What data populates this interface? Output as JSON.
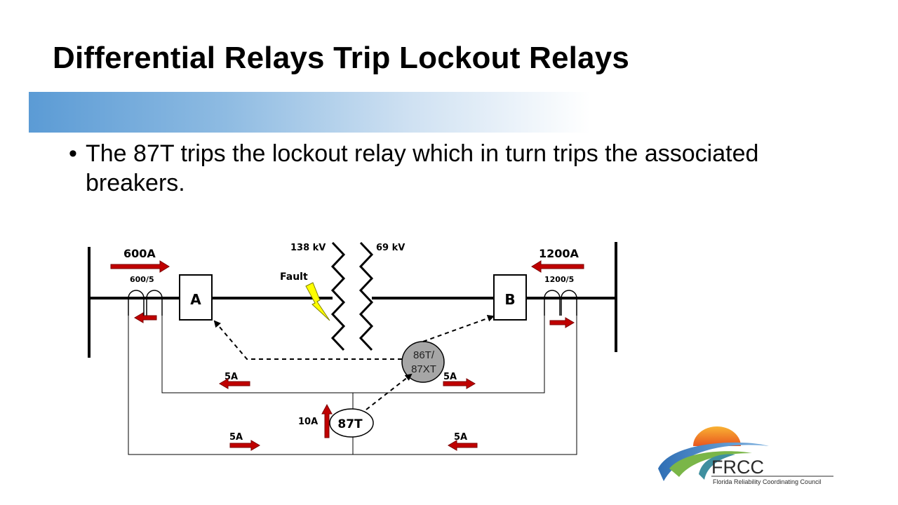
{
  "slide": {
    "title": "Differential Relays Trip Lockout Relays",
    "bullet": "The 87T trips the lockout relay which in turn trips the associated breakers."
  },
  "diagram": {
    "primary_current_left": "600A",
    "primary_current_right": "1200A",
    "ct_ratio_left": "600/5",
    "ct_ratio_right": "1200/5",
    "voltage_high": "138 kV",
    "voltage_low": "69 kV",
    "fault_label": "Fault",
    "breaker_a": "A",
    "breaker_b": "B",
    "lockout_relay_line1": "86T/",
    "lockout_relay_line2": "87XT",
    "differential_relay": "87T",
    "secondary_current_inner_left": "5A",
    "secondary_current_inner_right": "5A",
    "secondary_current_outer_left": "5A",
    "secondary_current_outer_right": "5A",
    "operate_current": "10A"
  },
  "logo": {
    "name": "FRCC",
    "subtitle": "Florida Reliability Coordinating Council"
  },
  "colors": {
    "arrow_red": "#c00000",
    "band_blue": "#5b9bd5",
    "relay_gray": "#a6a6a6",
    "fault_yellow": "#ffff00"
  }
}
